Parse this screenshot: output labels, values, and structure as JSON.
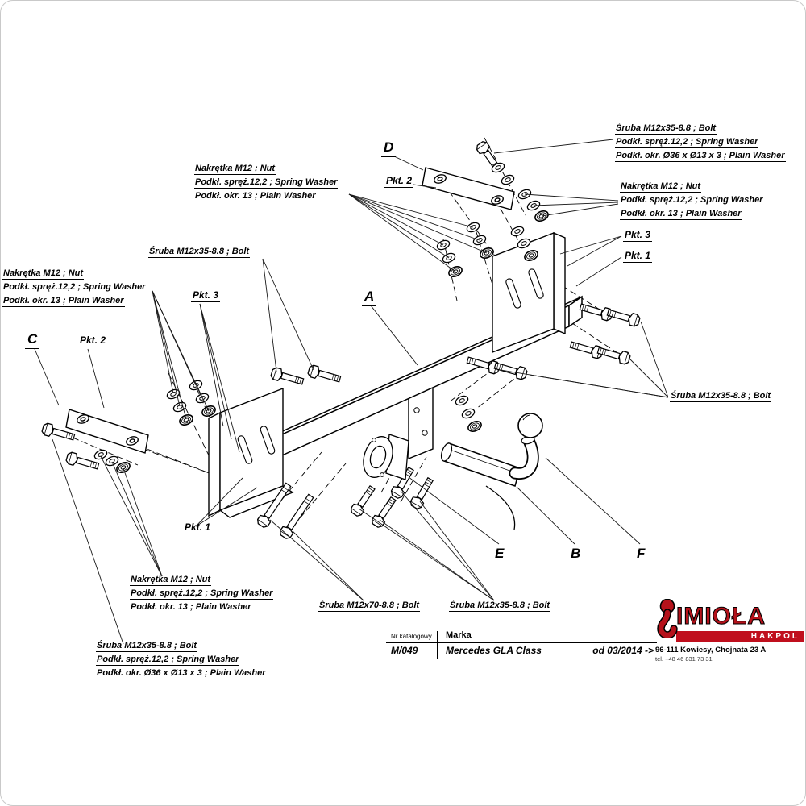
{
  "labels": {
    "nut_callout": [
      "Nakrętka  M12 ; Nut",
      "Podkł. spręż.12,2 ; Spring Washer",
      "Podkł. okr. 13 ; Plain Washer"
    ],
    "bolt_washer_callout": [
      "Śruba M12x35-8.8 ;  Bolt",
      "Podkł. spręż.12,2 ; Spring Washer",
      "Podkł. okr.  Ø36 x Ø13 x 3 ; Plain Washer"
    ],
    "bolt_m12x35": "Śruba M12x35-8.8 ;  Bolt",
    "bolt_m12x70": "Śruba M12x70-8.8 ;  Bolt",
    "pkt1": "Pkt. 1",
    "pkt2": "Pkt. 2",
    "pkt3": "Pkt. 3"
  },
  "letters": {
    "a": "A",
    "b": "B",
    "c": "C",
    "d": "D",
    "e": "E",
    "f": "F"
  },
  "table": {
    "col1_header": "Nr katalogowy",
    "col2_header": "Marka",
    "catalog_no": "M/049",
    "vehicle": "Mercedes GLA Class",
    "date_range": "od 03/2014  ->"
  },
  "footer": {
    "brand": "IMIOŁA",
    "brand_sub": "HAKPOL",
    "address": "96-111 Kowiesy, Chojnata 23 A",
    "phone": "tel.  +48 46 831 73 31"
  },
  "colors": {
    "brand_red": "#c00f1d",
    "line": "#000000",
    "bg": "#ffffff"
  }
}
